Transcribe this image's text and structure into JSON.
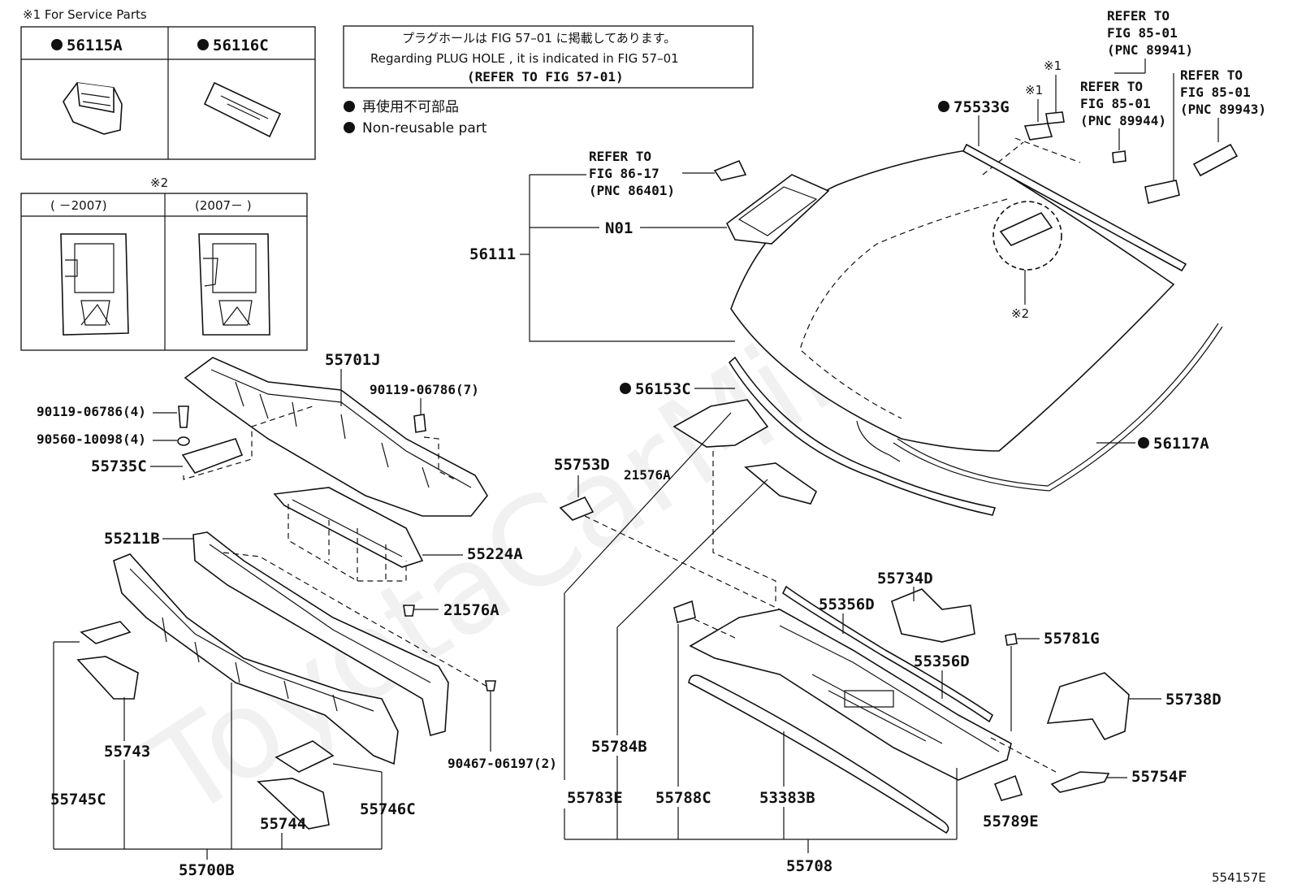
{
  "service_parts": {
    "header": "※1  For Service Parts",
    "col1": "56115A",
    "col2": "56116C"
  },
  "year_box": {
    "mark": "※2",
    "col1": "(    －2007)",
    "col2": "(2007－    )"
  },
  "note": {
    "jp": "プラグホールは FIG 57–01 に掲載してあります。",
    "en": "Regarding  PLUG  HOLE , it is indicated in FIG  57–01",
    "refer": "(REFER TO FIG 57-01)"
  },
  "legend": {
    "jp": "再使用不可部品",
    "en": "Non-reusable part"
  },
  "refs": {
    "r1": [
      "REFER TO",
      "FIG 85-01",
      "(PNC 89941)"
    ],
    "r2": [
      "REFER TO",
      "FIG 85-01",
      "(PNC 89944)"
    ],
    "r3": [
      "REFER TO",
      "FIG 85-01",
      "(PNC 89943)"
    ],
    "r4": [
      "REFER TO",
      "FIG 86-17",
      "(PNC 86401)"
    ]
  },
  "marks": {
    "m1a": "※1",
    "m1b": "※1",
    "m2": "※2"
  },
  "labels": {
    "p75533G": "75533G",
    "p56111": "56111",
    "pN01": "N01",
    "p56153C": "56153C",
    "p56117A": "56117A",
    "p55701J": "55701J",
    "p90119a": "90119-06786(7)",
    "p90119b": "90119-06786(4)",
    "p90560": "90560-10098(4)",
    "p55735C": "55735C",
    "p55224A": "55224A",
    "p55211B": "55211B",
    "p21576A_a": "21576A",
    "p21576A_b": "21576A",
    "p55753D": "55753D",
    "p55734D": "55734D",
    "p55356D_a": "55356D",
    "p55356D_b": "55356D",
    "p55781G": "55781G",
    "p55738D": "55738D",
    "p55754F": "55754F",
    "p55789E": "55789E",
    "p53383B": "53383B",
    "p55788C": "55788C",
    "p55784B": "55784B",
    "p55783E": "55783E",
    "p55708": "55708",
    "p55743": "55743",
    "p55745C": "55745C",
    "p55744": "55744",
    "p55746C": "55746C",
    "p55700B": "55700B",
    "p90467": "90467-06197(2)"
  },
  "figure_id": "554157E",
  "watermark": "ToyotaCarMine.ru"
}
